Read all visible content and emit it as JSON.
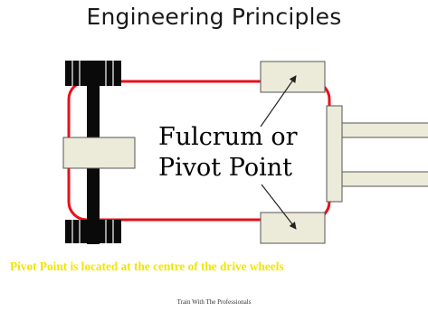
{
  "title": "Engineering Principles",
  "label": {
    "line1": "Fulcrum or",
    "line2": "Pivot Point"
  },
  "caption": "Pivot Point is located at the centre of the drive wheels",
  "footer": "Train With The Professionals",
  "colors": {
    "frame": "#e8101a",
    "wheel": "#0a0a0a",
    "box_fill": "#ecead9",
    "box_stroke": "#555555",
    "caption": "#f2e500"
  }
}
